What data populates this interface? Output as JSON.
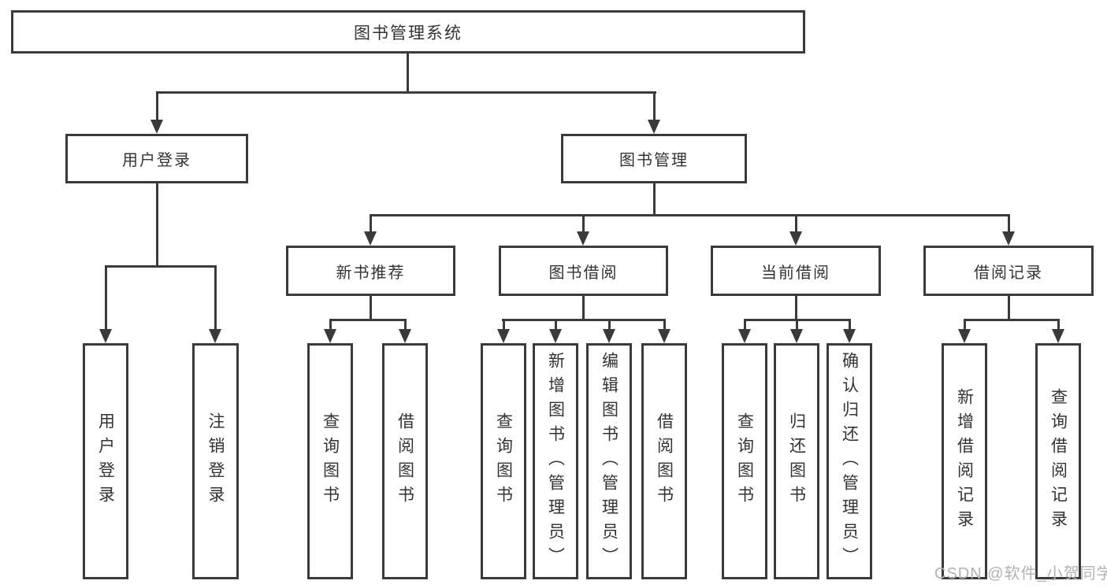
{
  "diagram": {
    "title": "图书管理系统",
    "level2": {
      "user_login": "用户登录",
      "book_management": "图书管理"
    },
    "level3": {
      "new_book_recommend": "新书推荐",
      "book_borrowing": "图书借阅",
      "current_borrowing": "当前借阅",
      "borrowing_records": "借阅记录"
    },
    "leaves": {
      "user_login": "用户登录",
      "logout": "注销登录",
      "nbr_query_books": "查询图书",
      "nbr_borrow_books": "借阅图书",
      "bb_query_books": "查询图书",
      "bb_add_books_admin": "新增图书（管理员）",
      "bb_edit_books_admin": "编辑图书（管理员）",
      "bb_borrow_books": "借阅图书",
      "cb_query_books": "查询图书",
      "cb_return_books": "归还图书",
      "cb_confirm_return_admin": "确认归还（管理员）",
      "br_add_record": "新增借阅记录",
      "br_query_record": "查询借阅记录"
    }
  },
  "watermark": "CSDN @软件_小贺同学",
  "colors": {
    "line": "#3a3a3a",
    "text": "#333333",
    "watermark": "#b2b2b2"
  }
}
